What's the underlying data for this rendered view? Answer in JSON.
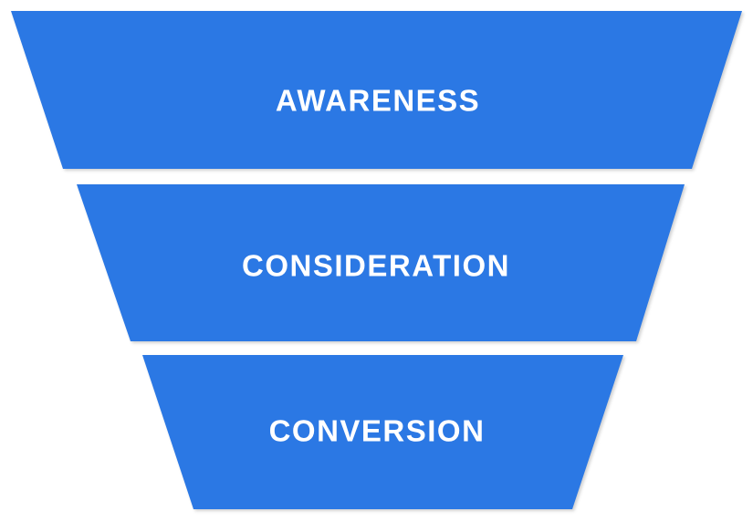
{
  "funnel": {
    "fill_color": "#2b78e4",
    "label_color": "#ffffff",
    "stages": [
      {
        "label": "AWARENESS"
      },
      {
        "label": "CONSIDERATION"
      },
      {
        "label": "CONVERSION"
      }
    ]
  }
}
